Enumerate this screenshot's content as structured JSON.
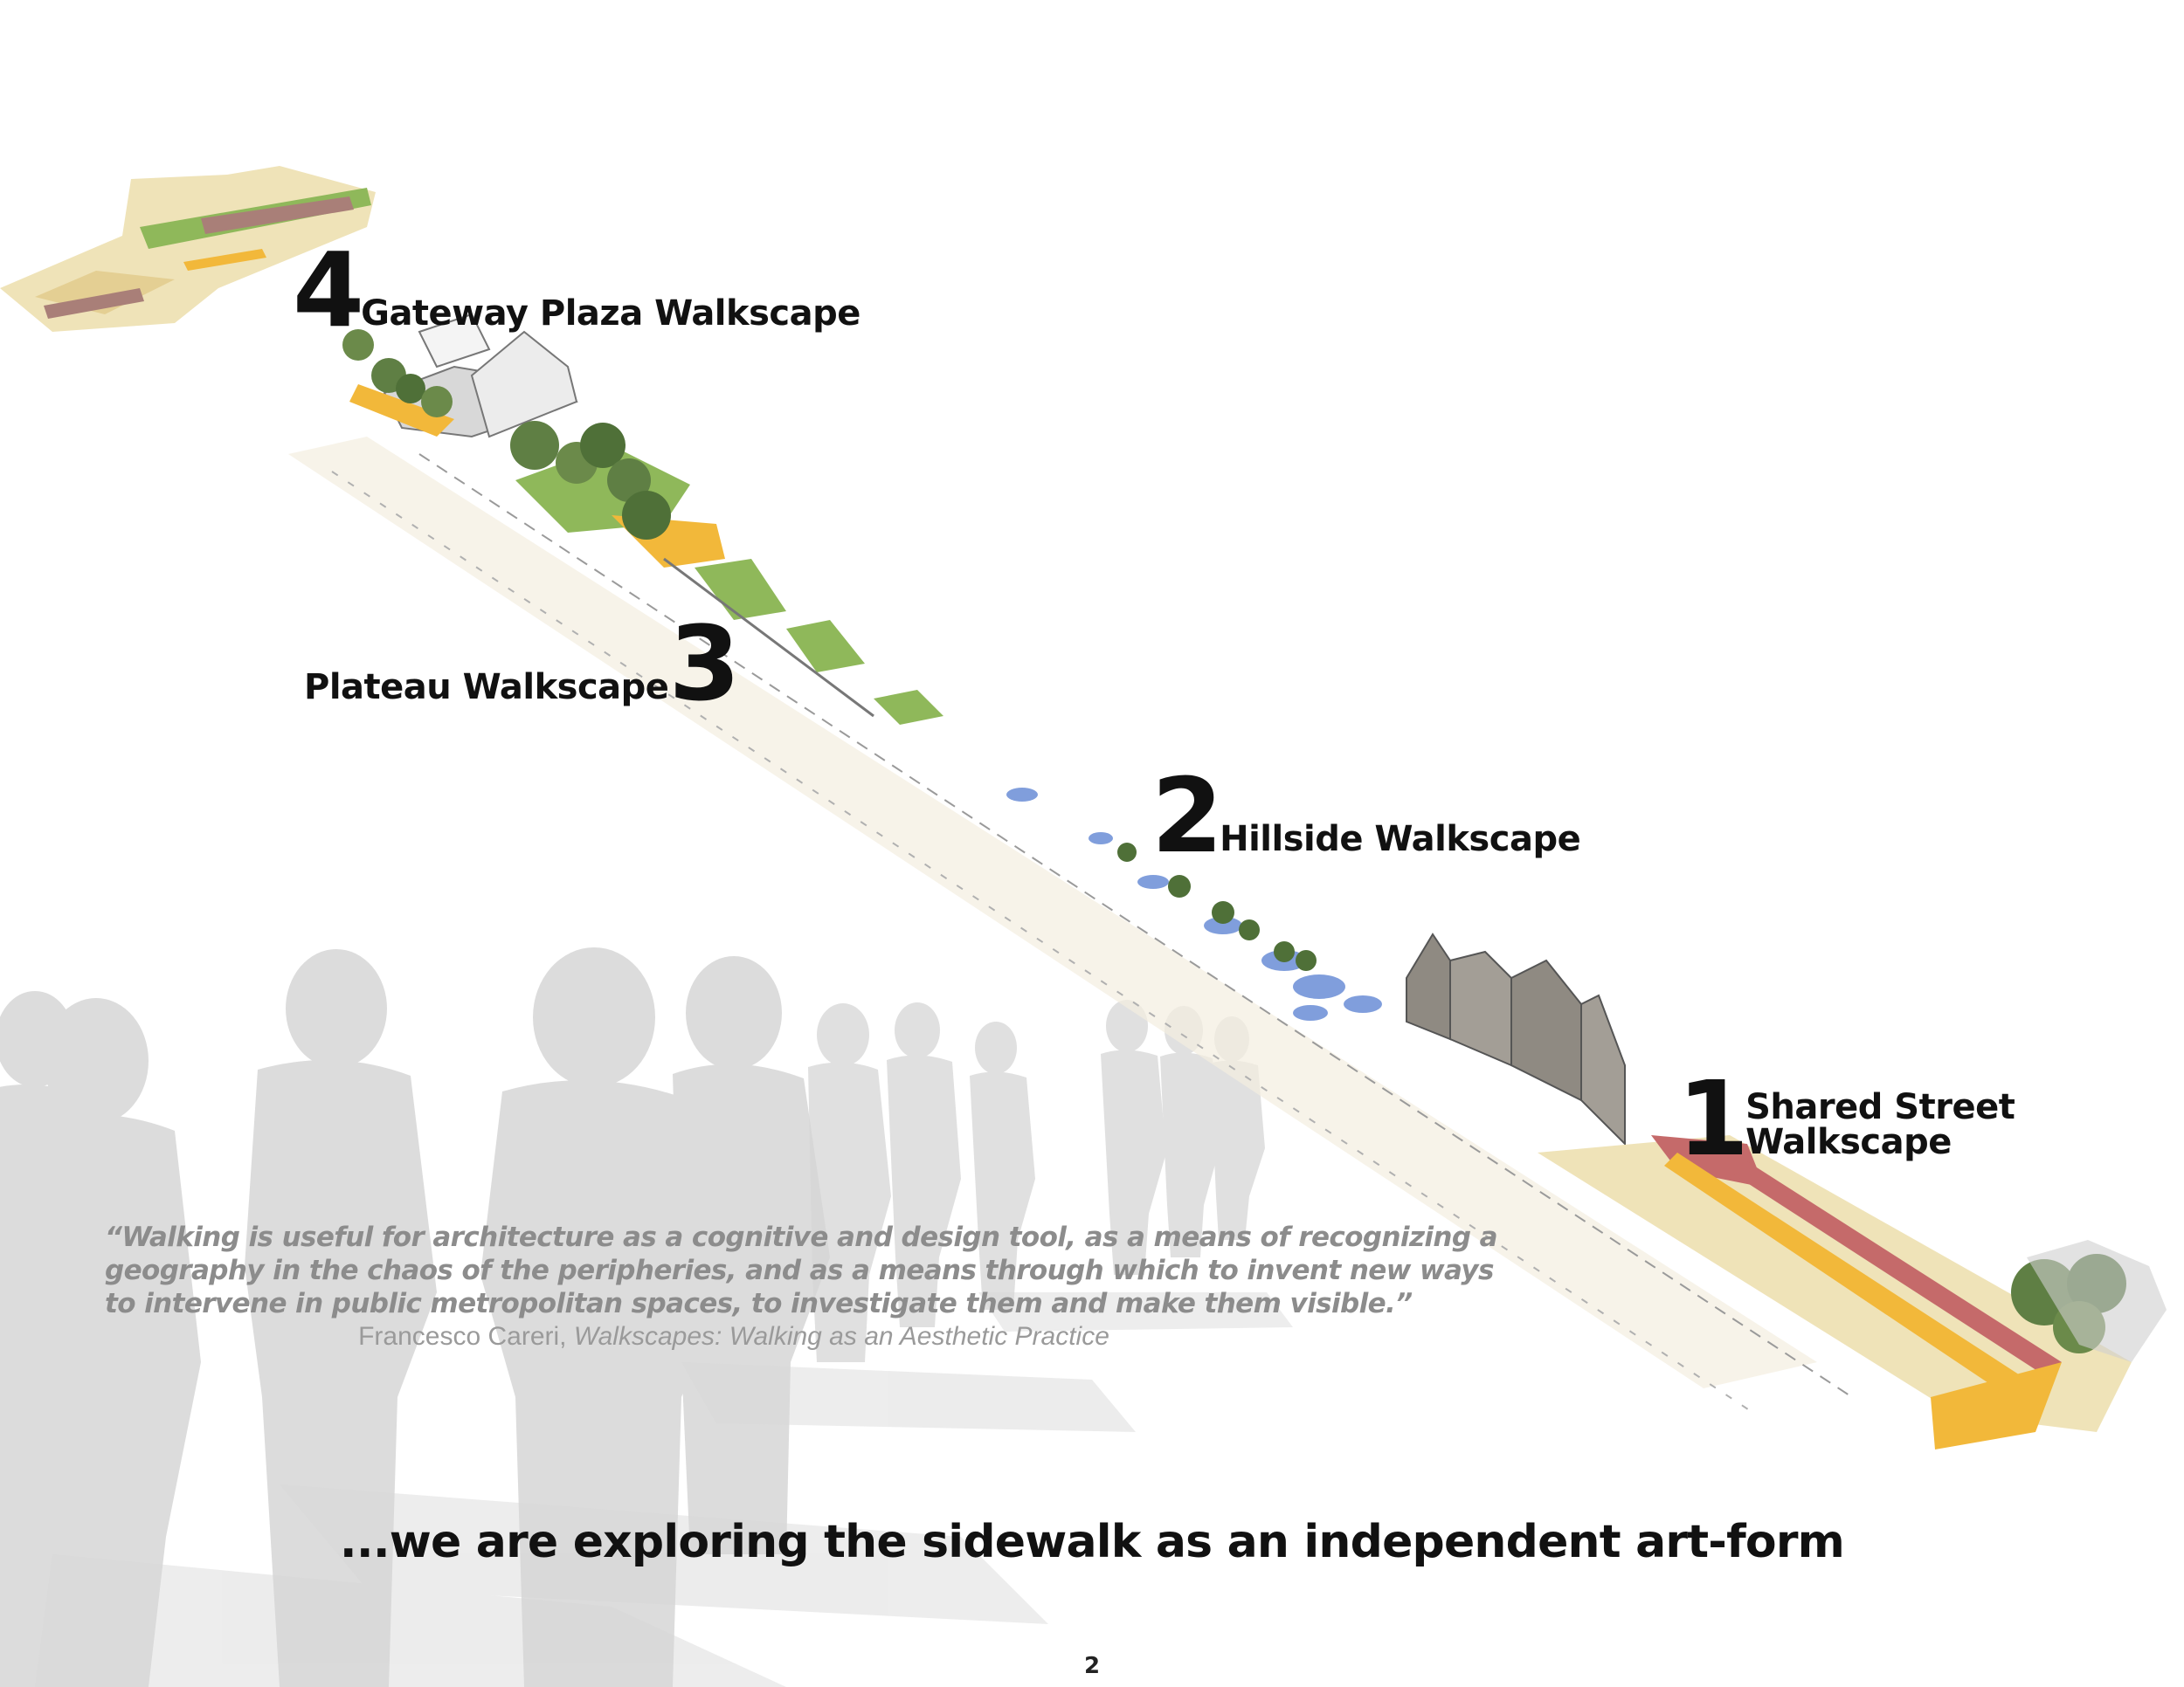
{
  "stages": [
    {
      "number": "4",
      "name": "Gateway Plaza Walkscape"
    },
    {
      "number": "3",
      "name": "Plateau Walkscape"
    },
    {
      "number": "2",
      "name": "Hillside Walkscape"
    },
    {
      "number": "1",
      "name": "Shared Street Walkscape"
    }
  ],
  "quote": {
    "lines": [
      "“Walking is useful for architecture as a cognitive and design tool, as a means of recognizing a",
      "geography in the chaos of the peripheries, and as a means through which to invent new ways",
      "to intervene in public metropolitan spaces, to investigate them and make them visible.”"
    ],
    "author": "Francesco Careri,",
    "source": "Walkscapes: Walking as an Aesthetic Practice"
  },
  "tagline": "...we are exploring the sidewalk as an independent art-form",
  "page_number": "2",
  "colors": {
    "silhouette": "#d4d4d4",
    "path": "#efe3b8",
    "accent_yellow": "#f2b83a",
    "water": "#6b8ed6",
    "grass": "#8fb85a",
    "brick": "#c56a6a",
    "text": "#111111",
    "quote_text": "#8c8c8c"
  }
}
